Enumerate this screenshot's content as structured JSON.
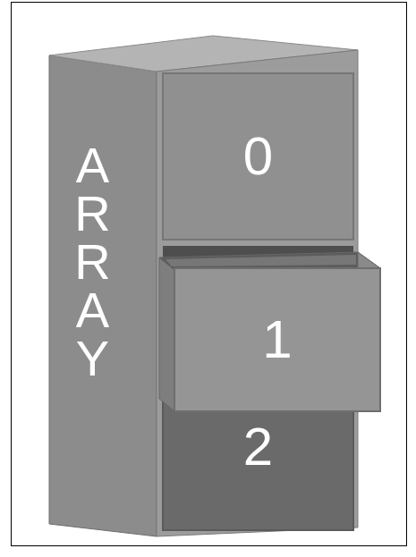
{
  "diagram": {
    "nodes": [
      {
        "text": [
          "ARRAY"
        ]
      },
      {
        "text": [
          "0"
        ],
        "in": 0
      },
      {
        "text": [
          "1"
        ],
        "in": 0
      },
      {
        "text": [
          "2"
        ],
        "in": 0
      }
    ]
  }
}
